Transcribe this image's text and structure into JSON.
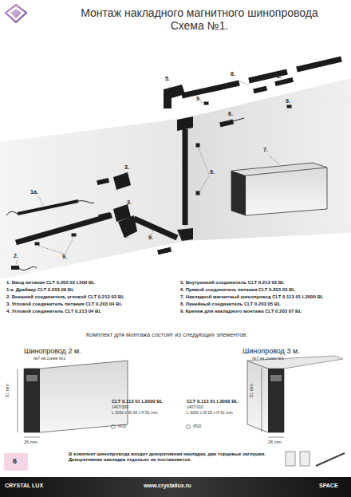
{
  "diagram": {
    "title": "Монтаж накладного магнитного шинопровода Схема №1.",
    "labels": [
      "5.",
      "8.",
      "1.",
      "9.",
      "9.",
      "6.",
      "7.",
      "3.",
      "9.",
      "1а.",
      "3.",
      "4.",
      "9.",
      "2.",
      "9.",
      "1. Ввод питания CLT 0.203 02 L500 BL",
      "1.а. Драйвер CLT 0.203 09 BL",
      "2. Внешний соединитель угловой CLT 0.213 03 BL",
      "3. Угловой соединитель питания CLT 0.203 04 BL",
      "4. Угловой соединитель CLT 0.213 04 BL",
      "5. Внутренний соединитель CLT 0.213 02 BL",
      "6. Прямой соединитель питания CLT 0.203 03 BL",
      "7. Накладной магнитный шинопровод CLT 0.113 01 L2000 BL",
      "8. Линейный соединитель CLT 0.203 05 BL",
      "9. Крепеж для накладного монтажа CLT 0.203 07 BL",
      "Комплект для монтажа состоит из следующих элементов:",
      "Шинопровод 2 м.",
      "№7 на схеме №1",
      "51 mm",
      "26 mm",
      "CLT 0.113 01 L2000 BL",
      "1407/309",
      "L 2000 x W 26 x H 51 mm",
      "IP20",
      "Шинопровод 3 м.",
      "№7 на схеме №1",
      "51 mm",
      "26 mm",
      "CLT 0.113 01 L3000 BL",
      "1407/310",
      "L 3000 x W 26 x H 51 mm",
      "IP20",
      "В комплект шинопровода входит декоративная накладка, две торцевые заглушки. Декоративная накладка отдельно не поставляется.",
      "6",
      "CRYSTAL LUX",
      "www.crystallux.ru",
      "SPACE"
    ]
  }
}
